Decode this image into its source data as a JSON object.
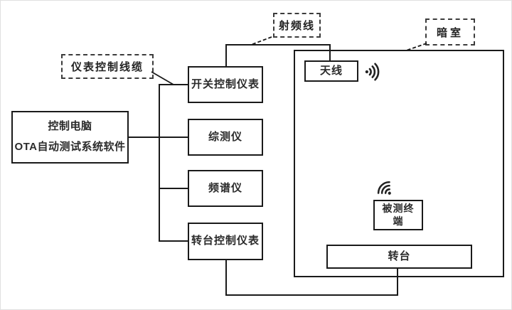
{
  "diagram": {
    "nodes": {
      "computer_line1": "控制电脑",
      "computer_line2": "OTA自动测试系统软件",
      "switch_ctrl": "开关控制仪表",
      "integrated_tester": "综测仪",
      "spectrum_analyzer": "频谱仪",
      "turntable_ctrl": "转台控制仪表",
      "antenna": "天线",
      "dut": "被测终端",
      "turntable": "转台"
    },
    "callouts": {
      "instrument_cable": "仪表控制线缆",
      "rf_cable": "射频线",
      "chamber": "暗室"
    },
    "icons": {
      "antenna_signal": "wifi-signal",
      "dut_signal": "wifi-signal"
    },
    "colors": {
      "line": "#1a1a1a",
      "text": "#1f1f1f",
      "background": "#ffffff"
    }
  }
}
